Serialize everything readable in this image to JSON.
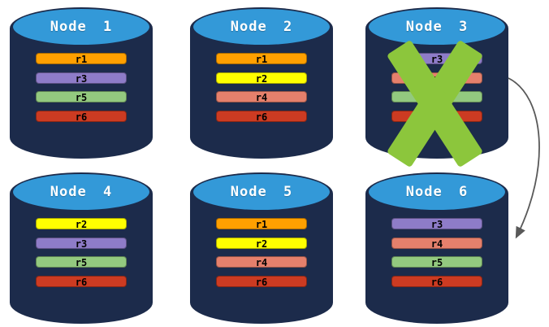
{
  "diagram": {
    "description": "Database cluster with replicated partitions; failed node redirects to another node",
    "colors": {
      "cylinder_body": "#1c2b4b",
      "cylinder_top": "#3399d8",
      "node_label": "#ffffff",
      "bar_text": "#000000",
      "x_mark": "#8cc63c",
      "arrow": "#595959"
    },
    "replica_colors": {
      "r1": "#ffa000",
      "r2": "#ffff00",
      "r3": "#8e7cc8",
      "r4": "#e5806c",
      "r5": "#93c97f",
      "r6": "#cc3b22"
    },
    "nodes": [
      {
        "label": "Node 1",
        "replicas": [
          "r1",
          "r3",
          "r5",
          "r6"
        ],
        "failed": false
      },
      {
        "label": "Node 2",
        "replicas": [
          "r1",
          "r2",
          "r4",
          "r6"
        ],
        "failed": false
      },
      {
        "label": "Node 3",
        "replicas": [
          "r3",
          "r4",
          "r5",
          "r6"
        ],
        "failed": true
      },
      {
        "label": "Node 4",
        "replicas": [
          "r2",
          "r3",
          "r5",
          "r6"
        ],
        "failed": false
      },
      {
        "label": "Node 5",
        "replicas": [
          "r1",
          "r2",
          "r4",
          "r6"
        ],
        "failed": false
      },
      {
        "label": "Node 6",
        "replicas": [
          "r3",
          "r4",
          "r5",
          "r6"
        ],
        "failed": false
      }
    ],
    "arrow": {
      "from": "Node 3",
      "to": "Node 6"
    }
  }
}
